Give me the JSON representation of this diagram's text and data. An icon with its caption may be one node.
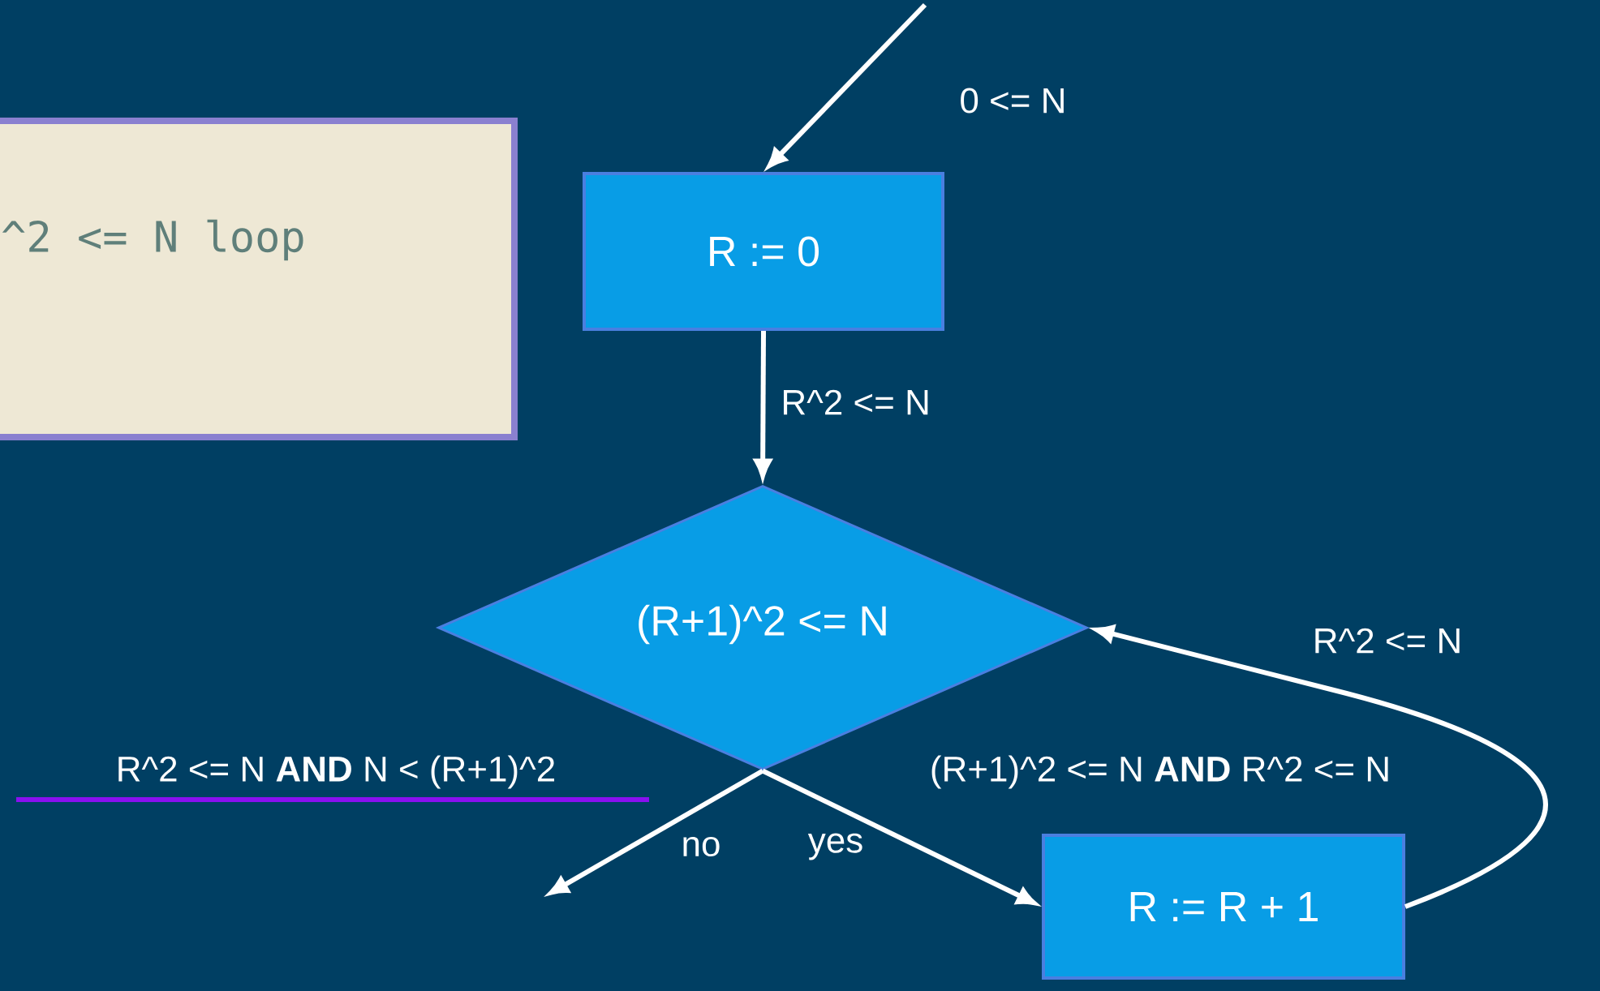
{
  "diagram": {
    "nodes": [
      {
        "text": [
          "^2 <= N loop"
        ]
      },
      {
        "text": [
          "R := 0"
        ]
      },
      {
        "text": [
          "(R+1)^2 <= N"
        ]
      },
      {
        "text": [
          "R := R + 1"
        ]
      }
    ],
    "edges": [
      {
        "from": null,
        "to": 1,
        "arrow": "to",
        "label": "0 <= N"
      },
      {
        "from": 1,
        "to": 2,
        "arrow": "to",
        "label": "R^2 <= N"
      },
      {
        "from": 2,
        "to": null,
        "arrow": "to",
        "label": "no"
      },
      {
        "from": 2,
        "to": 3,
        "arrow": "to",
        "label": "yes"
      },
      {
        "from": 3,
        "to": 2,
        "arrow": "to",
        "label": "R^2 <= N"
      }
    ],
    "labels": [
      "R^2 <= N **AND** N < (R+1)^2",
      "(R+1)^2 <= N **AND** R^2 <= N"
    ]
  }
}
